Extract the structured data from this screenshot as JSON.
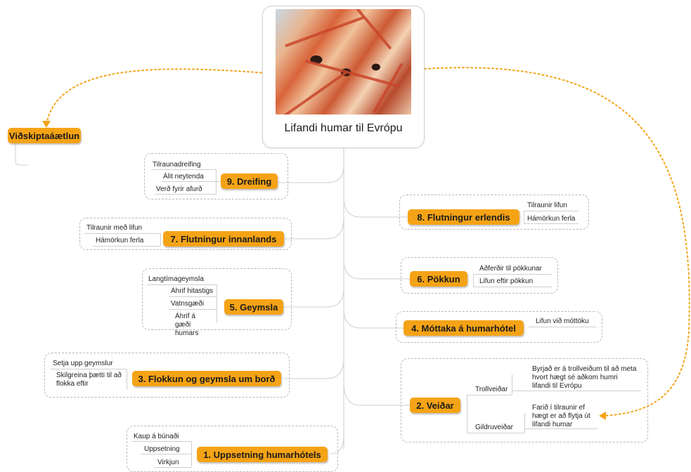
{
  "central": {
    "title": "Lifandi humar til Evrópu",
    "image": "lobster-photo"
  },
  "business_plan": {
    "label": "Viðskiptaáætlun"
  },
  "topics": [
    {
      "id": "t9",
      "label": "9.  Dreifing",
      "items": [
        "Tilraunadreifing",
        "Álit neytenda",
        "Verð fyrir afurð"
      ]
    },
    {
      "id": "t8",
      "label": "8.  Flutningur erlendis",
      "items": [
        "Tilraunir lifun",
        "Hámörkun ferla"
      ]
    },
    {
      "id": "t7",
      "label": "7.  Flutningur innanlands",
      "items": [
        "Tilraunir með lifun",
        "Hámörkun ferla"
      ]
    },
    {
      "id": "t6",
      "label": "6.  Pökkun",
      "items": [
        "Aðferðir til pökkunar",
        "Lifun eftir pökkun"
      ]
    },
    {
      "id": "t5",
      "label": "5.  Geymsla",
      "items": [
        "Langtímageymsla",
        "Áhrif hitastigs",
        "Vatnsgæði",
        "Áhrif á gæði humars"
      ]
    },
    {
      "id": "t4",
      "label": "4.  Móttaka á humarhótel",
      "items": [
        "Lifun við móttöku"
      ]
    },
    {
      "id": "t3",
      "label": "3. Flokkun og geymsla um borð",
      "items": [
        "Setja upp geymslur",
        "Skilgreina þætti til að flokka eftir"
      ]
    },
    {
      "id": "t2",
      "label": "2.  Veiðar",
      "subgroups": [
        {
          "label": "Trollveiðar",
          "items": [
            "Byrjað er á trollveiðum til að meta hvort hægt sé aðkom humri lifandi til Evrópu"
          ]
        },
        {
          "label": "Gildruveiðar",
          "items": [
            "Farið í tilraunir ef hægt er að flytja út lifandi humar"
          ]
        }
      ]
    },
    {
      "id": "t1",
      "label": "1.  Uppsetning humarhótels",
      "items": [
        "Kaup á búnaði",
        "Uppsetning",
        "Virkjun"
      ]
    }
  ],
  "colors": {
    "topic_fill": "#f5a316",
    "connector": "#c8c8c8",
    "relationship": "#f5a316",
    "frame": "#b9b9b9"
  }
}
